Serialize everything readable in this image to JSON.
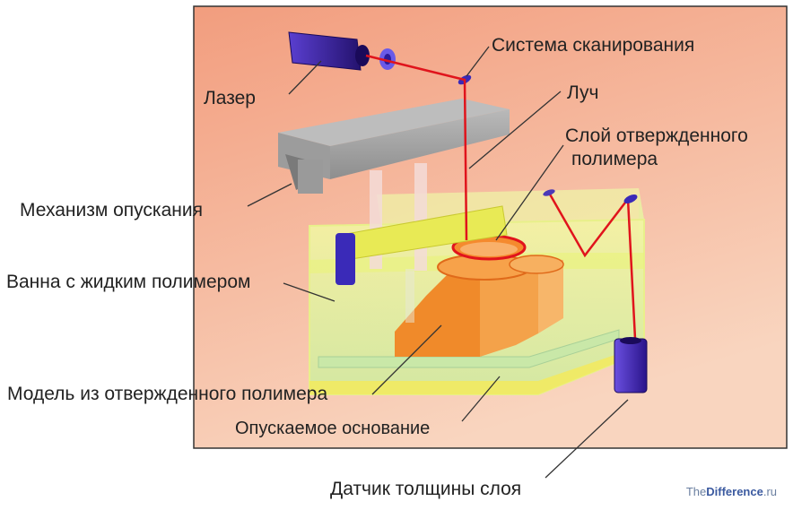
{
  "labels": {
    "scanning": "Система сканирования",
    "laser": "Лазер",
    "beam": "Луч",
    "cured_layer_1": "Слой отвержденного",
    "cured_layer_2": "полимера",
    "lowering": "Механизм опускания",
    "vat": "Ванна с жидким полимером",
    "model": "Модель из отвержденного полимера",
    "platform": "Опускаемое основание",
    "sensor": "Датчик толщины слоя"
  },
  "watermark": {
    "part1": "The",
    "part2": "Difference",
    "part3": ".ru"
  },
  "colors": {
    "laser_beam": "#e0141c",
    "laser_body": "#3a1f9e",
    "polymer": "#f28a22",
    "vat_liquid": "#e9f58a",
    "bg_top": "#f3a888",
    "bg_bottom": "#f8cdb5"
  }
}
